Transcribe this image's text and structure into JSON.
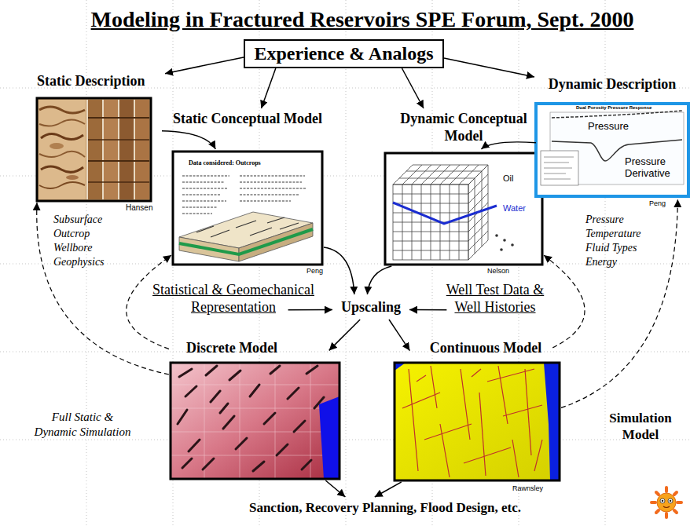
{
  "diagram": {
    "title": "Modeling in Fractured Reservoirs SPE Forum, Sept. 2000",
    "nodes": [
      {
        "text": [
          "Experience & Analogs"
        ]
      },
      {
        "text": [
          "Static Description"
        ]
      },
      {
        "text": [
          "Static Conceptual Model"
        ]
      },
      {
        "text": [
          "Dynamic Conceptual Model"
        ]
      },
      {
        "text": [
          "Dynamic Description"
        ]
      },
      {
        "text": [
          "Statistical & Geomechanical Representation"
        ]
      },
      {
        "text": [
          "Upscaling"
        ]
      },
      {
        "text": [
          "Well Test Data & Well Histories"
        ]
      },
      {
        "text": [
          "Discrete Model"
        ]
      },
      {
        "text": [
          "Continuous Model"
        ]
      },
      {
        "text": [
          "Sanction, Recovery Planning, Flood Design, etc."
        ]
      }
    ],
    "edges": [
      {
        "from": 0,
        "to": 1,
        "arrow": "to"
      },
      {
        "from": 0,
        "to": 2,
        "arrow": "to"
      },
      {
        "from": 0,
        "to": 3,
        "arrow": "to"
      },
      {
        "from": 0,
        "to": 4,
        "arrow": "to"
      },
      {
        "from": 1,
        "to": 2,
        "arrow": "to"
      },
      {
        "from": 4,
        "to": 3,
        "arrow": "to"
      },
      {
        "from": 2,
        "to": 6,
        "arrow": "to"
      },
      {
        "from": 3,
        "to": 6,
        "arrow": "to"
      },
      {
        "from": 5,
        "to": 6,
        "arrow": "to"
      },
      {
        "from": 7,
        "to": 6,
        "arrow": "to"
      },
      {
        "from": 6,
        "to": 8,
        "arrow": "to"
      },
      {
        "from": 6,
        "to": 9,
        "arrow": "to"
      },
      {
        "from": 8,
        "to": 10,
        "arrow": "to"
      },
      {
        "from": 9,
        "to": 10,
        "arrow": "to"
      },
      {
        "from": 8,
        "to": 1,
        "arrow": "to"
      },
      {
        "from": 8,
        "to": 2,
        "arrow": "to"
      },
      {
        "from": 9,
        "to": 4,
        "arrow": "to"
      },
      {
        "from": 9,
        "to": 3,
        "arrow": "to"
      }
    ],
    "labels": [
      "Hansen",
      "Subsurface Outcrop Wellbore Geophysics",
      "Data considered: Outcrops",
      "Peng",
      "Oil",
      "Water",
      "Nelson",
      "Dual Porosity Pressure Response",
      "Pressure",
      "Pressure Derivative",
      "Peng",
      "Pressure Temperature Fluid Types Energy",
      "Full Static & Dynamic Simulation",
      "Simulation Model",
      "Rawnsley"
    ]
  }
}
